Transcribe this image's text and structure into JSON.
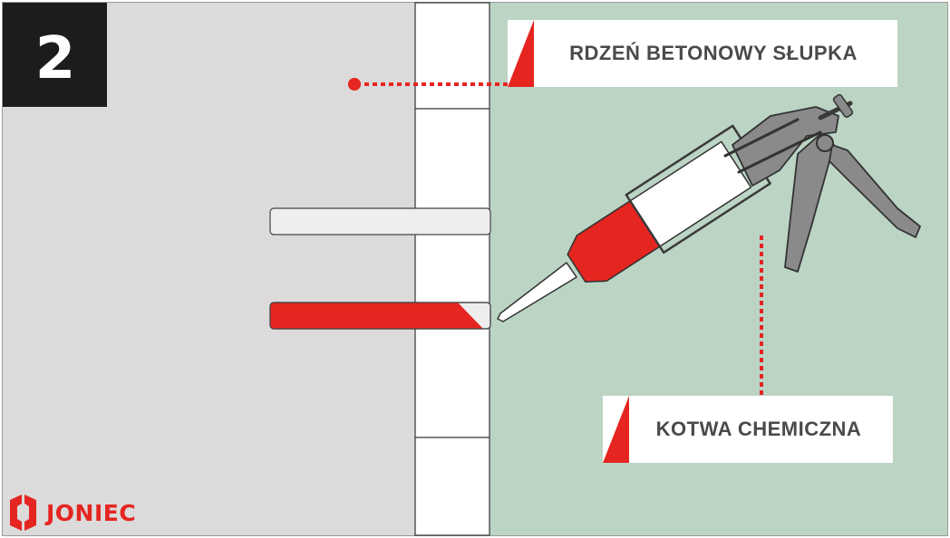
{
  "step": {
    "number": "2"
  },
  "callouts": {
    "core": {
      "label": "RDZEŃ BETONOWY SŁUPKA"
    },
    "anchor": {
      "label": "KOTWA CHEMICZNA"
    }
  },
  "logo": {
    "text": "JONIEC",
    "icon": "joniec-logo-icon"
  },
  "colors": {
    "concrete_core": "#dcdadb",
    "green_panel": "#bcd4c4",
    "accent_red": "#e52520",
    "badge_black": "#1c1c1c",
    "text_dark": "#4a4a4a",
    "gun_gray": "#8a8a8a",
    "gun_dark": "#3a3a3a"
  }
}
